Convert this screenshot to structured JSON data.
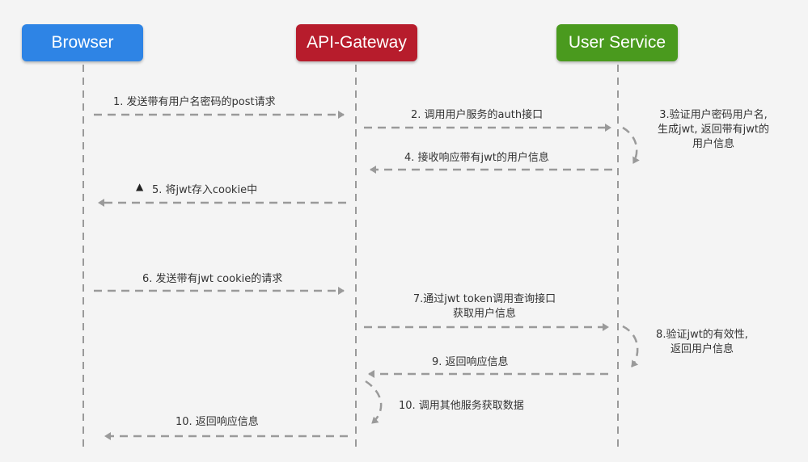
{
  "actors": {
    "browser": {
      "label": "Browser",
      "color": "#2e84e5"
    },
    "gateway": {
      "label": "API-Gateway",
      "color": "#b71c2c"
    },
    "user_service": {
      "label": "User Service",
      "color": "#4a9a1e"
    }
  },
  "messages": {
    "m1": "1. 发送带有用户名密码的post请求",
    "m2": "2. 调用用户服务的auth接口",
    "m3": [
      "3.验证用户密码用户名,",
      "生成jwt, 返回带有jwt的",
      "用户信息"
    ],
    "m4": "4. 接收响应带有jwt的用户信息",
    "m5": "5. 将jwt存入cookie中",
    "m6": "6. 发送带有jwt cookie的请求",
    "m7": [
      "7.通过jwt token调用查询接口",
      "获取用户信息"
    ],
    "m8": [
      "8.验证jwt的有效性,",
      "返回用户信息"
    ],
    "m9": "9. 返回响应信息",
    "m10": "10. 调用其他服务获取数据",
    "m11": "10. 返回响应信息"
  }
}
